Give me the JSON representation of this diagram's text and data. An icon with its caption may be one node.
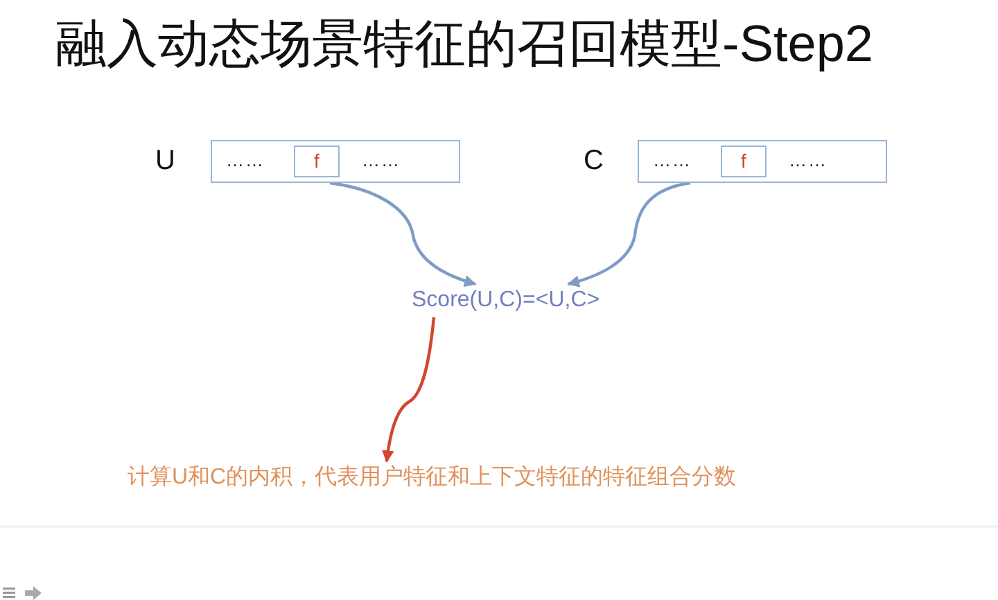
{
  "diagram": {
    "title": "融入动态场景特征的召回模型-Step2",
    "nodes": [
      {
        "text": [
          "U",
          "……",
          "……"
        ]
      },
      {
        "text": [
          "f"
        ],
        "in": 0
      },
      {
        "text": [
          "C",
          "……",
          "……"
        ]
      },
      {
        "text": [
          "f"
        ],
        "in": 2
      },
      {
        "text": [
          "Score(U,C)=<U,C>"
        ]
      },
      {
        "text": [
          "计算U和C的内积，代表用户特征和上下文特征的特征组合分数"
        ]
      }
    ],
    "edges": [
      {
        "from": 0,
        "to": 4,
        "arrow": "to"
      },
      {
        "from": 2,
        "to": 4,
        "arrow": "to"
      },
      {
        "from": 4,
        "to": 5,
        "arrow": "to",
        "color": "#d0472e"
      }
    ]
  }
}
